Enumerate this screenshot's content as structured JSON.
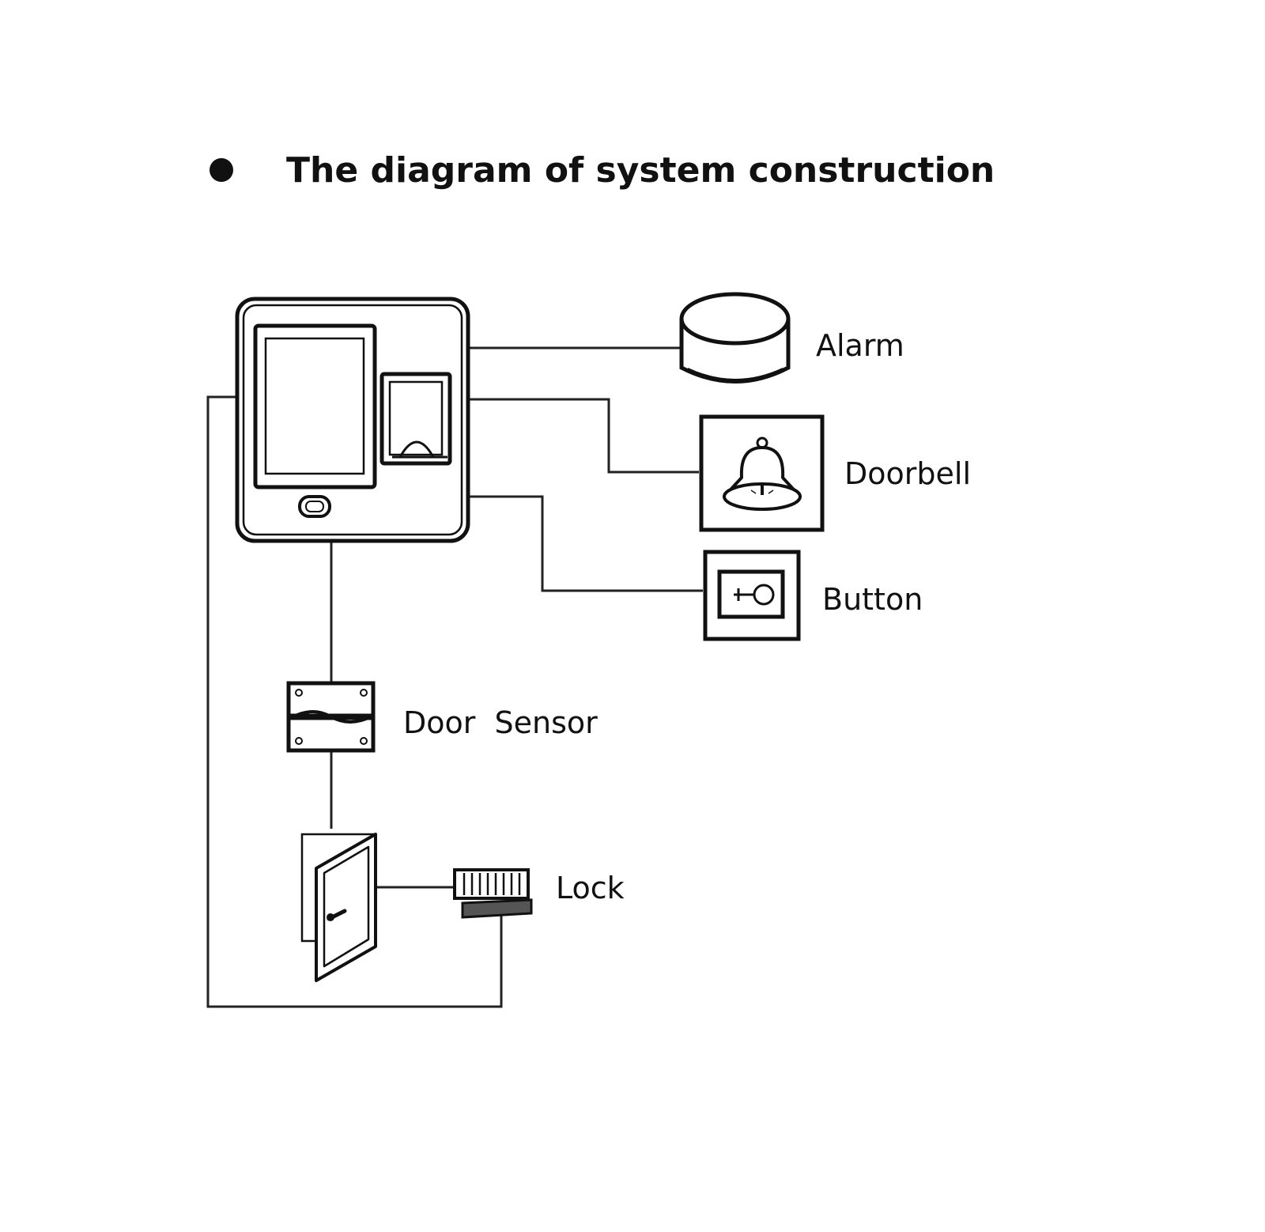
{
  "title": "The diagram of system construction",
  "labels": {
    "alarm": "Alarm",
    "doorbell": "Doorbell",
    "button": "Button",
    "door_sensor": "Door  Sensor",
    "lock": "Lock"
  }
}
